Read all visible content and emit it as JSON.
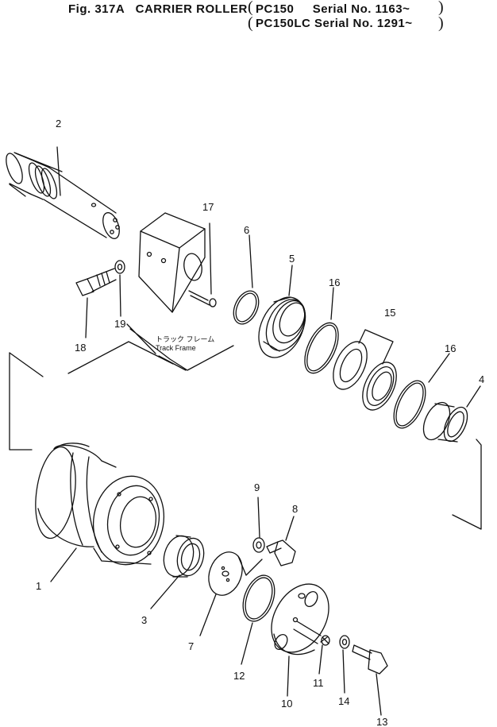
{
  "header": {
    "figure_title": "Fig. 317A   CARRIER ROLLER",
    "serial_lines": [
      "PC150     Serial No. 1163~",
      "PC150LC Serial No. 1291~"
    ]
  },
  "annotation": {
    "jp": "トラック フレーム",
    "en": "Track Frame"
  },
  "callouts": [
    "1",
    "2",
    "3",
    "4",
    "5",
    "6",
    "7",
    "8",
    "9",
    "10",
    "11",
    "12",
    "13",
    "14",
    "15",
    "16",
    "16",
    "17",
    "18",
    "19"
  ],
  "colors": {
    "ink": "#111111",
    "paper": "#ffffff"
  }
}
